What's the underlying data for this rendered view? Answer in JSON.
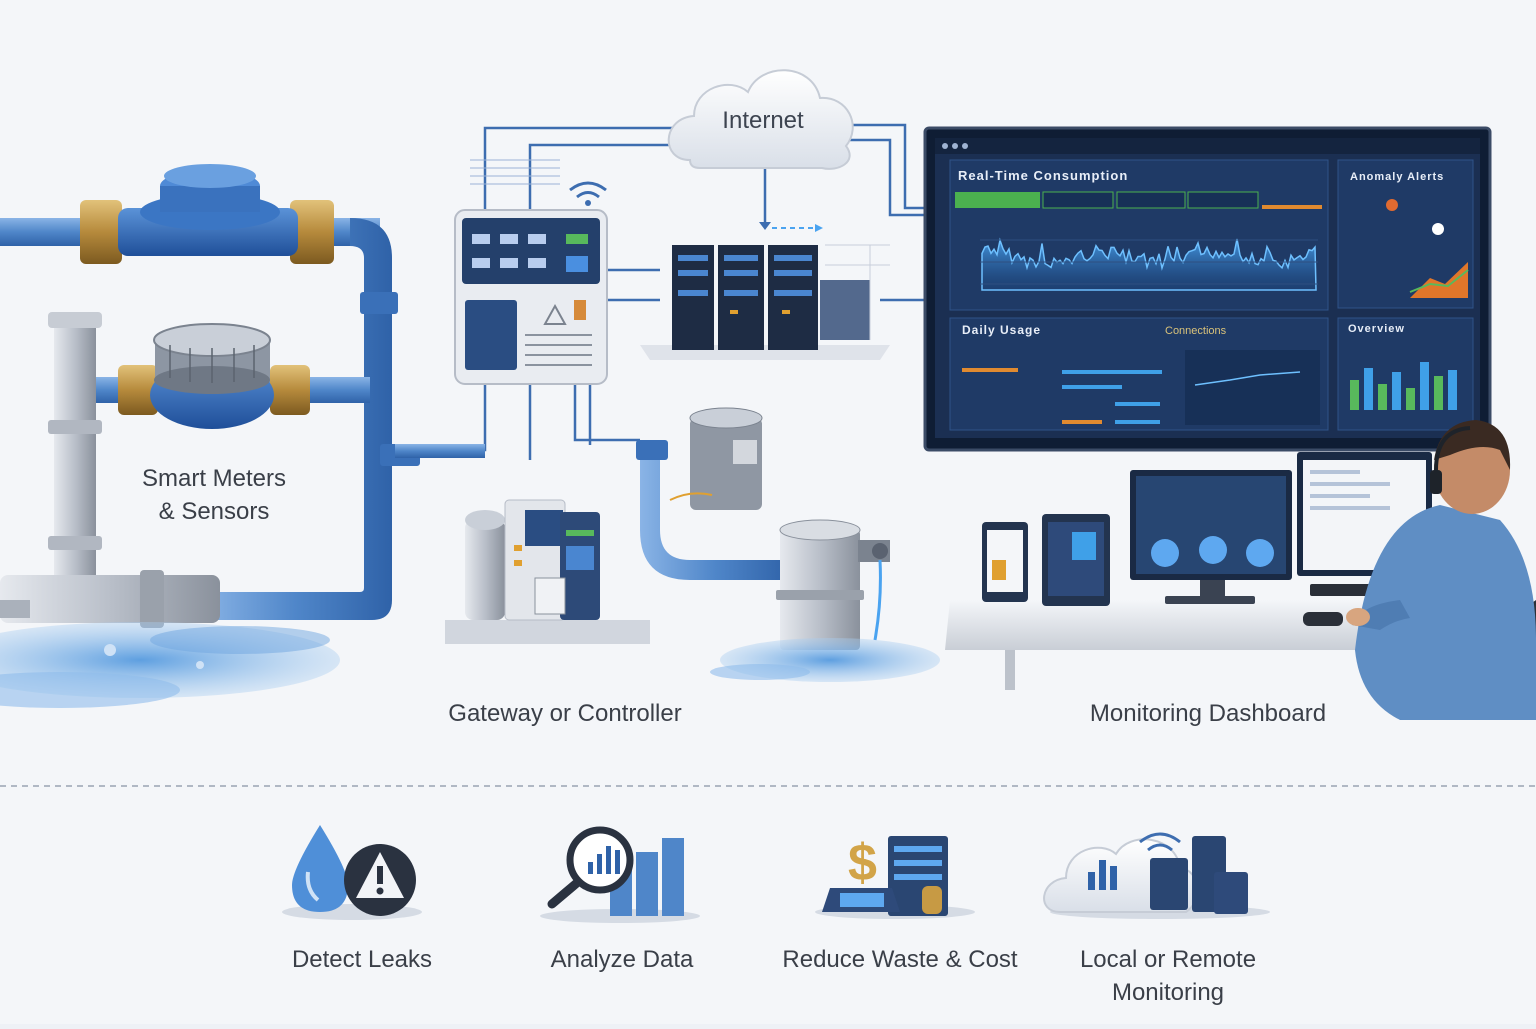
{
  "labels": {
    "internet": "Internet",
    "meters": [
      "Smart Meters",
      "& Sensors"
    ],
    "gateway": "Gateway or Controller",
    "dashboard": "Monitoring Dashboard"
  },
  "dashboard": {
    "realtime_title": "Real-Time Consumption",
    "anomaly_title": "Anomaly Alerts",
    "daily_title": "Daily Usage",
    "connections_title": "Connections",
    "overview_title": "Overview"
  },
  "benefits": [
    {
      "label": "Detect Leaks",
      "icon": "droplet-warning-icon"
    },
    {
      "label": "Analyze Data",
      "icon": "magnifier-chart-icon"
    },
    {
      "label": "Reduce Waste & Cost",
      "icon": "dollar-devices-icon"
    },
    {
      "label": "Local or Remote",
      "label2": "Monitoring",
      "icon": "cloud-devices-icon"
    }
  ],
  "colors": {
    "pipe": "#4f86c9",
    "pipe_dark": "#2f62a8",
    "screen": "#1b2f52",
    "accent": "#3fa0e8",
    "water": "#7fb2e6"
  }
}
